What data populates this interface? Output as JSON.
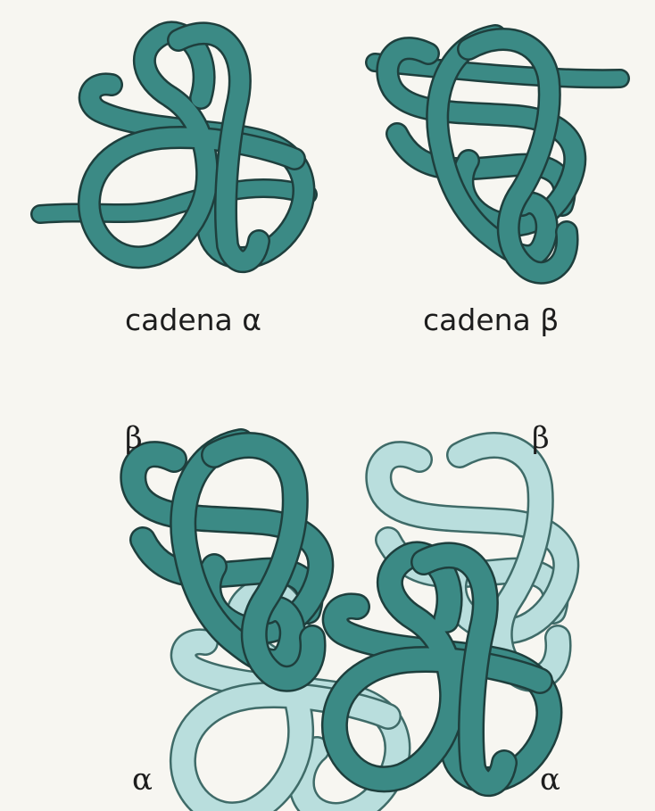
{
  "figure": {
    "label_alpha_chain": "cadena α",
    "label_beta_chain": "cadena β",
    "tetramer_labels": {
      "top_left": "β",
      "top_right": "β",
      "bottom_left": "α",
      "bottom_right": "α"
    },
    "colors": {
      "dark_subunit_fill": "#3b8a85",
      "light_subunit_fill": "#b9dedd",
      "outline": "#1e3f3d",
      "background": "#f7f6f1"
    }
  }
}
